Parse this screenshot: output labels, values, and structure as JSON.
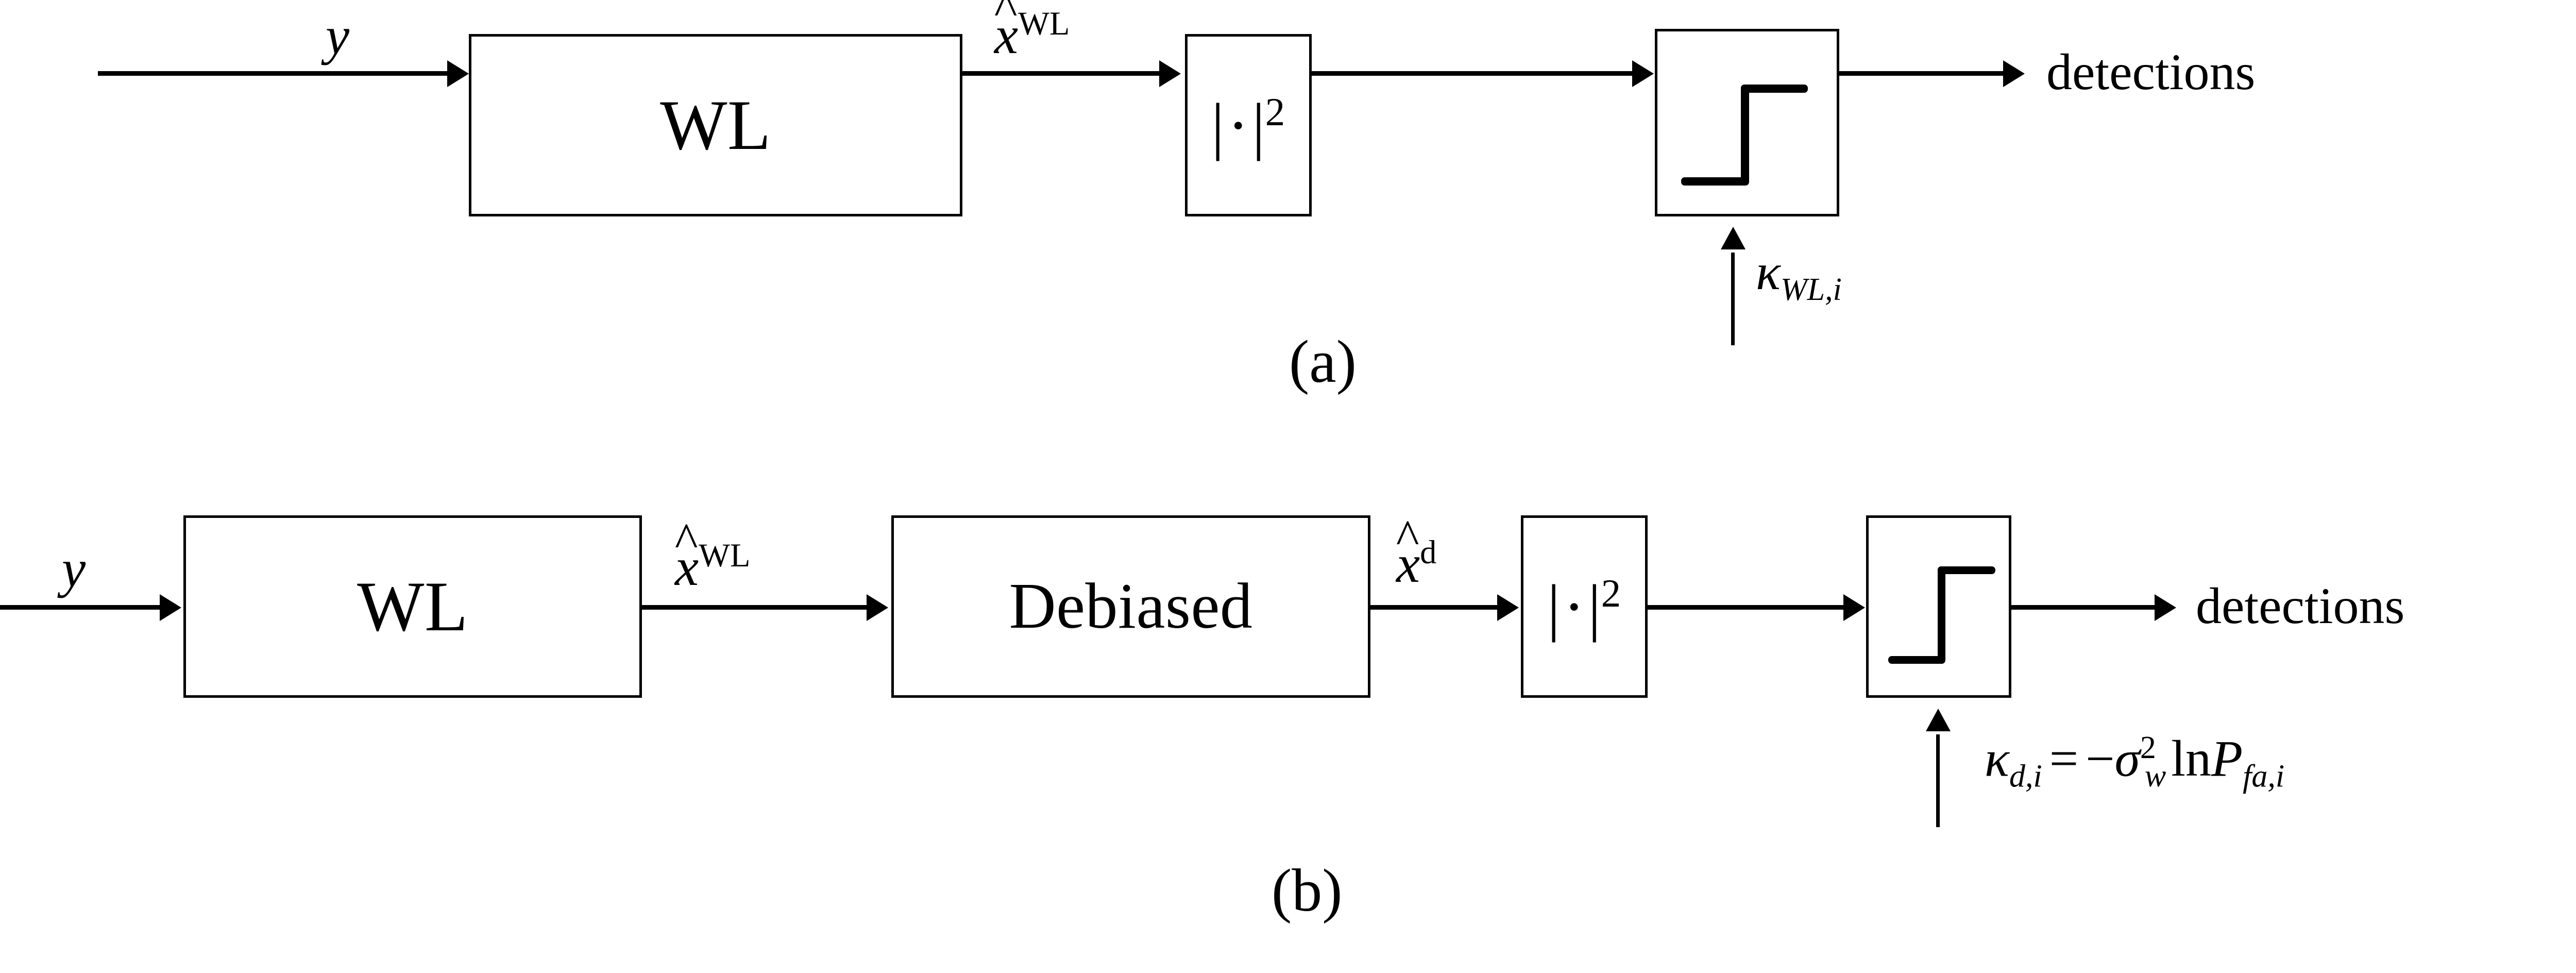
{
  "figure": {
    "caption_a": "(a)",
    "caption_b": "(b)"
  },
  "colors": {
    "stroke": "#000000",
    "background": "#ffffff"
  },
  "diagram_a": {
    "input_label": "y",
    "blocks": [
      {
        "id": "wl",
        "label": "WL"
      },
      {
        "id": "magsq",
        "label_open": "|",
        "label_dot": "·",
        "label_close": "|",
        "label_exp": "2"
      },
      {
        "id": "threshold",
        "label": "step-threshold"
      }
    ],
    "signal_after_wl": {
      "base": "x",
      "hat": "^",
      "superscript": "WL"
    },
    "threshold_input": {
      "base": "κ",
      "subscript": "WL,i"
    },
    "output_label": "detections"
  },
  "diagram_b": {
    "input_label": "y",
    "blocks": [
      {
        "id": "wl",
        "label": "WL"
      },
      {
        "id": "debiased",
        "label": "Debiased"
      },
      {
        "id": "magsq",
        "label_open": "|",
        "label_dot": "·",
        "label_close": "|",
        "label_exp": "2"
      },
      {
        "id": "threshold",
        "label": "step-threshold"
      }
    ],
    "signal_after_wl": {
      "base": "x",
      "hat": "^",
      "superscript": "WL"
    },
    "signal_after_debiased": {
      "base": "x",
      "hat": "^",
      "superscript": "d"
    },
    "threshold_input": {
      "lhs_base": "κ",
      "lhs_subscript": "d,i",
      "equals": "=",
      "minus": "−",
      "sigma": "σ",
      "sigma_superscript": "2",
      "sigma_subscript": "w",
      "ln": "ln",
      "p": "P",
      "p_subscript": "fa,i"
    },
    "output_label": "detections"
  }
}
